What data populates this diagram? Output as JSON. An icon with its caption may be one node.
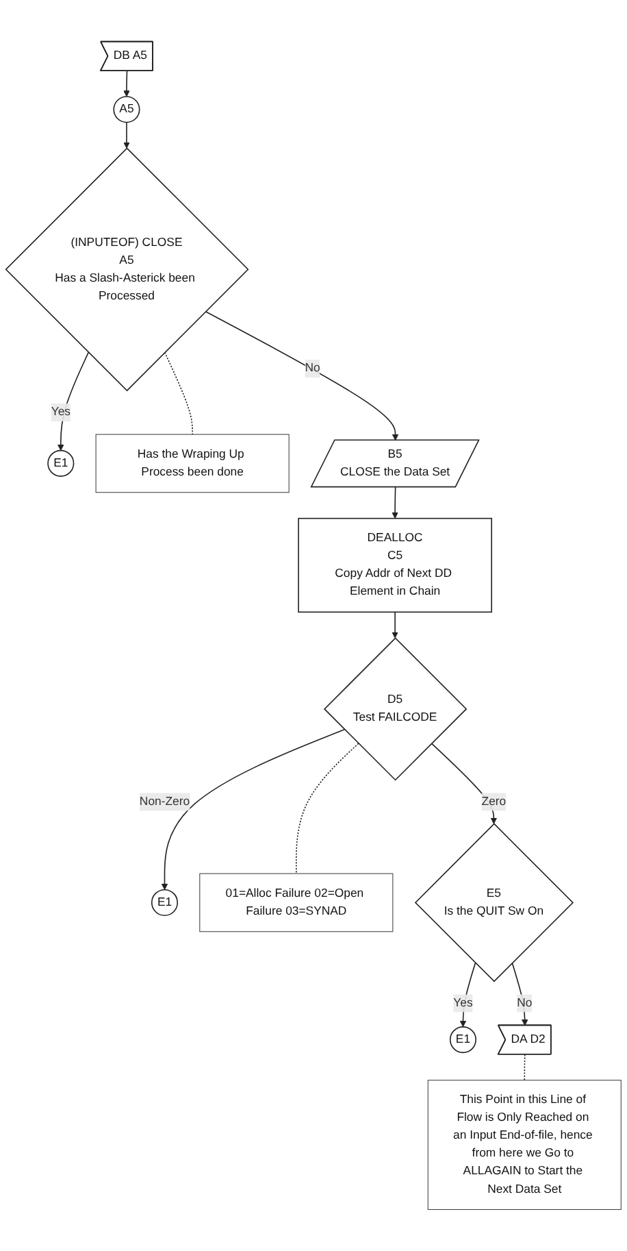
{
  "diagram": {
    "nodes": [
      {
        "text": [
          "DB A5"
        ]
      },
      {
        "text": [
          "A5"
        ]
      },
      {
        "text": [
          "(INPUTEOF) CLOSE",
          "A5",
          "Has a Slash-Asterick been Processed"
        ]
      },
      {
        "text": [
          "E1"
        ]
      },
      {
        "text": [
          "Has the Wraping Up Process been done"
        ]
      },
      {
        "text": [
          "B5",
          "CLOSE the Data Set"
        ]
      },
      {
        "text": [
          "DEALLOC",
          "C5",
          "Copy Addr of Next DD Element in Chain"
        ]
      },
      {
        "text": [
          "D5",
          "Test FAILCODE"
        ]
      },
      {
        "text": [
          "E1"
        ]
      },
      {
        "text": [
          "01=Alloc Failure 02=Open Failure 03=SYNAD"
        ]
      },
      {
        "text": [
          "E5",
          "Is the QUIT Sw On"
        ]
      },
      {
        "text": [
          "E1"
        ]
      },
      {
        "text": [
          "DA D2"
        ]
      },
      {
        "text": [
          "This Point in this Line of Flow is Only Reached on an Input End-of-file, hence from here we Go to ALLAGAIN to Start the Next Data Set"
        ]
      }
    ],
    "edges": [
      {
        "from": 0,
        "to": 1,
        "arrow": "to"
      },
      {
        "from": 1,
        "to": 2,
        "arrow": "to"
      },
      {
        "from": 2,
        "to": 3,
        "label": "Yes",
        "arrow": "to"
      },
      {
        "from": 2,
        "to": 4,
        "arrow": "none",
        "style": "dashed"
      },
      {
        "from": 2,
        "to": 5,
        "label": "No",
        "arrow": "to"
      },
      {
        "from": 5,
        "to": 6,
        "arrow": "to"
      },
      {
        "from": 6,
        "to": 7,
        "arrow": "to"
      },
      {
        "from": 7,
        "to": 8,
        "label": "Non-Zero",
        "arrow": "to"
      },
      {
        "from": 7,
        "to": 9,
        "arrow": "none",
        "style": "dashed"
      },
      {
        "from": 7,
        "to": 10,
        "label": "Zero",
        "arrow": "to"
      },
      {
        "from": 10,
        "to": 11,
        "label": "Yes",
        "arrow": "to"
      },
      {
        "from": 10,
        "to": 12,
        "label": "No",
        "arrow": "to"
      },
      {
        "from": 12,
        "to": 13,
        "arrow": "none",
        "style": "dashed"
      }
    ]
  }
}
